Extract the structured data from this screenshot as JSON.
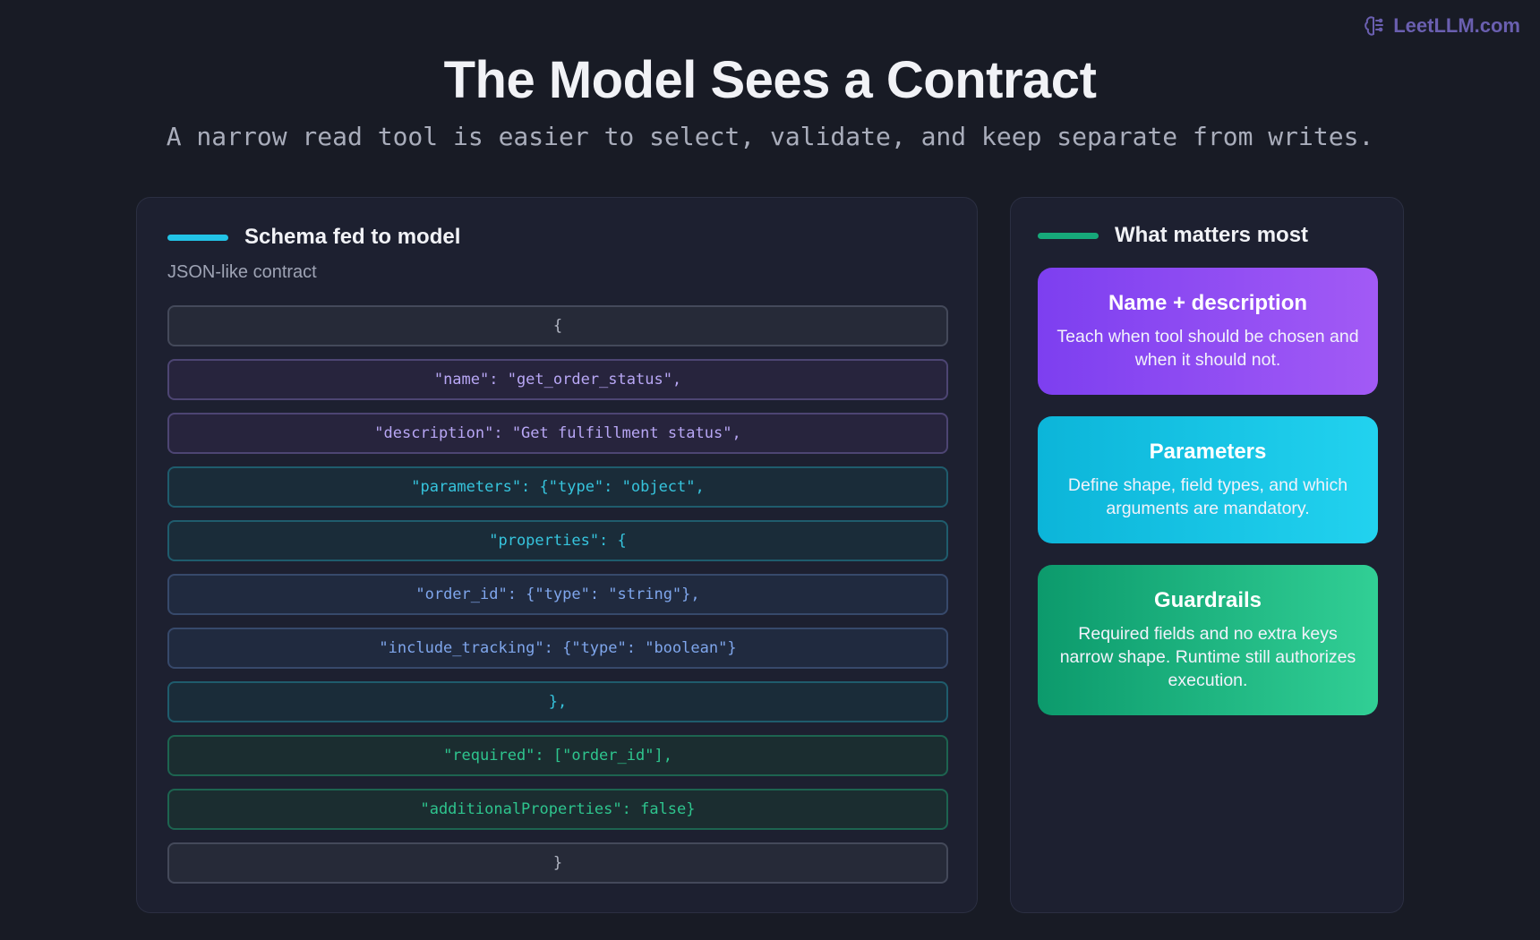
{
  "brand": {
    "text": "LeetLLM.com",
    "icon": "brain-icon",
    "color": "#6a5fb0"
  },
  "header": {
    "title": "The Model Sees a Contract",
    "subtitle": "A narrow read tool is easier to select, validate, and keep separate from writes."
  },
  "schema_panel": {
    "title": "Schema fed to model",
    "subtitle": "JSON-like contract",
    "accent_color": "#22c3e6",
    "lines": [
      {
        "text": "{",
        "variant": "neutral"
      },
      {
        "text": "\"name\": \"get_order_status\",",
        "variant": "purple"
      },
      {
        "text": "\"description\": \"Get fulfillment status\",",
        "variant": "purple"
      },
      {
        "text": "\"parameters\": {\"type\": \"object\",",
        "variant": "cyan"
      },
      {
        "text": "\"properties\": {",
        "variant": "cyan"
      },
      {
        "text": "\"order_id\": {\"type\": \"string\"},",
        "variant": "blue"
      },
      {
        "text": "\"include_tracking\": {\"type\": \"boolean\"}",
        "variant": "blue"
      },
      {
        "text": "},",
        "variant": "cyan"
      },
      {
        "text": "\"required\": [\"order_id\"],",
        "variant": "green"
      },
      {
        "text": "\"additionalProperties\": false}",
        "variant": "green"
      },
      {
        "text": "}",
        "variant": "neutral"
      }
    ]
  },
  "matters_panel": {
    "title": "What matters most",
    "accent_color": "#16a97a",
    "cards": [
      {
        "title": "Name + description",
        "text": "Teach when tool should be chosen and when it should not.",
        "color": "#8b47f2"
      },
      {
        "title": "Parameters",
        "text": "Define shape, field types, and which arguments are mandatory.",
        "color": "#15c2e4"
      },
      {
        "title": "Guardrails",
        "text": "Required fields and no extra keys narrow shape. Runtime still authorizes execution.",
        "color": "#1bb27f"
      }
    ]
  }
}
